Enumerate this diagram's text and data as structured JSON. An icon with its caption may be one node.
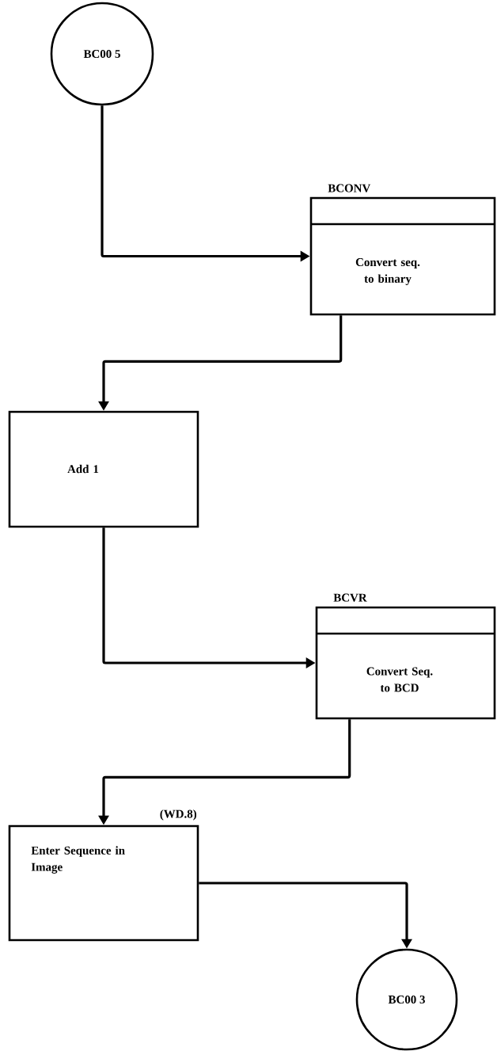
{
  "diagram": {
    "nodes": [
      {
        "text": [
          "BC00 5"
        ]
      },
      {
        "text": [
          "BCONV",
          "Convert seq. to binary"
        ]
      },
      {
        "text": [
          "Add 1"
        ]
      },
      {
        "text": [
          "BCVR",
          "Convert Seq. to BCD"
        ]
      },
      {
        "text": [
          "Enter Sequence in Image"
        ],
        "beside": [
          "(WD.8)"
        ]
      },
      {
        "text": [
          "BC00 3"
        ]
      }
    ],
    "edges": [
      {
        "from": 0,
        "to": 1,
        "arrow": "to"
      },
      {
        "from": 1,
        "to": 2,
        "arrow": "to"
      },
      {
        "from": 2,
        "to": 3,
        "arrow": "to"
      },
      {
        "from": 3,
        "to": 4,
        "arrow": "to"
      },
      {
        "from": 4,
        "to": 5,
        "arrow": "to"
      }
    ]
  }
}
